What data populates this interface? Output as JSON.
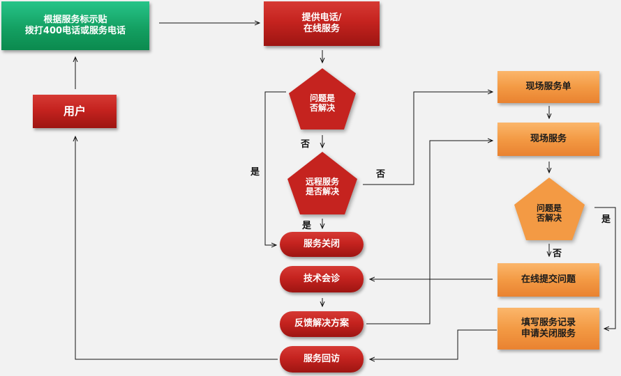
{
  "nodes": {
    "dial_label": "根据服务标示贴\n拨打400电话或服务电话",
    "phone_service": "提供电话/\n在线服务",
    "user": "用户",
    "resolved_1": "问题是\n否解决",
    "remote_resolved": "远程服务\n是否解决",
    "close_service": "服务关闭",
    "tech_consult": "技术会诊",
    "feedback_solution": "反馈解决方案",
    "service_return_visit": "服务回访",
    "onsite_order": "现场服务单",
    "onsite_service": "现场服务",
    "resolved_2": "问题是\n否解决",
    "submit_online": "在线提交问题",
    "fill_record": "填写服务记录\n申请关闭服务"
  },
  "labels": {
    "yes": "是",
    "no": "否"
  },
  "colors": {
    "green": "#14a062",
    "red": "#c5231f",
    "orange": "#f39a44",
    "line": "#111111"
  }
}
